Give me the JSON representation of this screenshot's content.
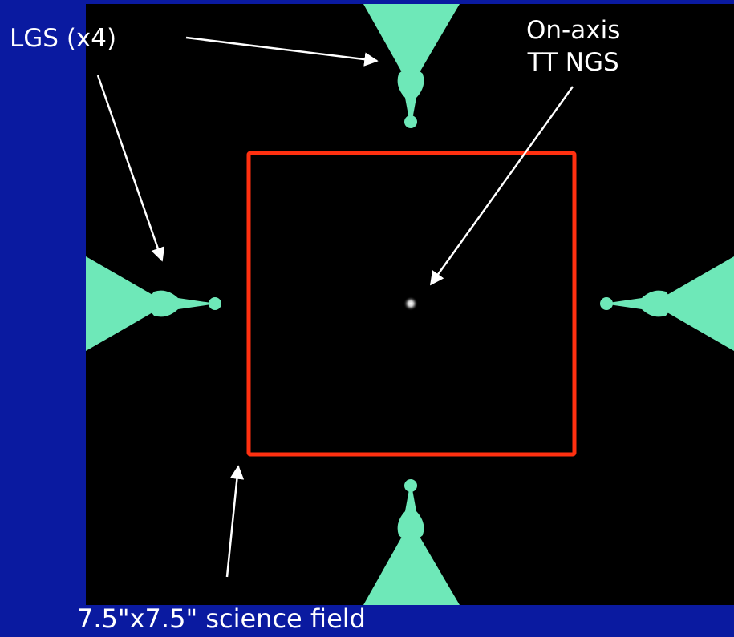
{
  "labels": {
    "lgs": "LGS (x4)",
    "ngs_line1": "On-axis",
    "ngs_line2": "TT NGS",
    "science_field": "7.5\"x7.5\" science field"
  },
  "colors": {
    "slide_background": "#0a1aa0",
    "image_background": "#000000",
    "lgs_plume": "#6ee8b8",
    "science_box": "#ff3010",
    "annotation": "#ffffff"
  }
}
